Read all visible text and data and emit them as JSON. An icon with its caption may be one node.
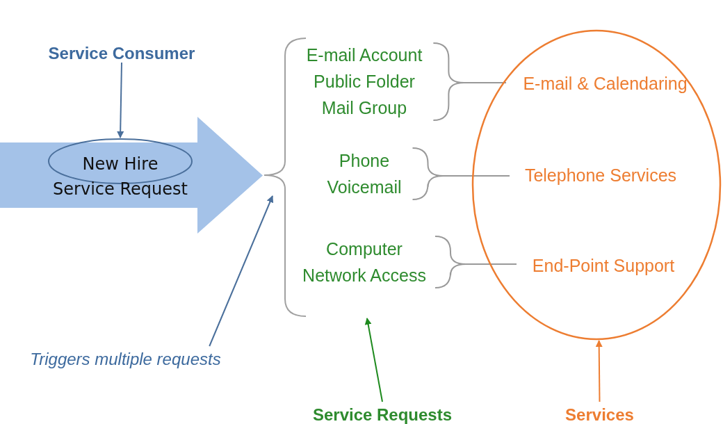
{
  "diagram": {
    "nodes": [
      {
        "text": [
          "Service Consumer"
        ]
      },
      {
        "text": [
          "New Hire Service Request"
        ]
      },
      {
        "text": [
          "E-mail Account",
          "Public Folder",
          "Mail Group"
        ]
      },
      {
        "text": [
          "Phone",
          "Voicemail"
        ]
      },
      {
        "text": [
          "Computer",
          "Network Access"
        ]
      },
      {
        "text": [],
        "shape": "circle"
      },
      {
        "text": [
          "E-mail & Calendaring"
        ],
        "in": 5
      },
      {
        "text": [
          "Telephone Services"
        ],
        "in": 5
      },
      {
        "text": [
          "End-Point Support"
        ],
        "in": 5
      },
      {
        "text": [
          "Triggers multiple requests"
        ]
      },
      {
        "text": [
          "Service Requests"
        ]
      },
      {
        "text": [
          "Services"
        ]
      }
    ],
    "edges": [
      {
        "from": 0,
        "to": 1,
        "arrow": "to",
        "color": "#4a6f9b"
      },
      {
        "from": 1,
        "to": 3,
        "arrow": "to",
        "style": "thick",
        "color": "#a4c2e8"
      },
      {
        "from": 2,
        "to": 6,
        "arrow": "none",
        "color": "#999999"
      },
      {
        "from": 3,
        "to": 7,
        "arrow": "none",
        "color": "#999999"
      },
      {
        "from": 4,
        "to": 8,
        "arrow": "none",
        "color": "#999999"
      },
      {
        "from": 9,
        "to": null,
        "arrow": "to",
        "color": "#4a6f9b"
      },
      {
        "from": 10,
        "to": 4,
        "arrow": "to",
        "color": "#1e8a1e"
      },
      {
        "from": 11,
        "to": 5,
        "arrow": "to",
        "color": "#ed7d31"
      }
    ]
  }
}
